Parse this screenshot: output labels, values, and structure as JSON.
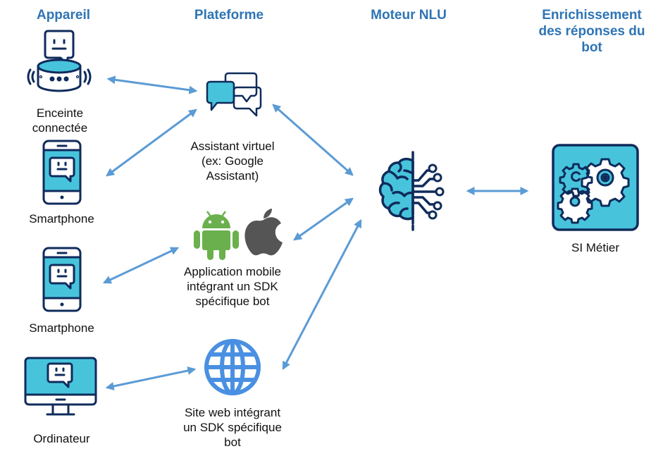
{
  "colors": {
    "header": "#2e74b5",
    "arrow": "#5b9bd5",
    "icon_fill": "#47c4dc",
    "icon_stroke": "#0f2b5b",
    "android": "#6ab04c",
    "apple": "#555555",
    "globe": "#4a90e2"
  },
  "headers": {
    "device": "Appareil",
    "platform": "Plateforme",
    "nlu": "Moteur NLU",
    "enrichment_1": "Enrichissement",
    "enrichment_2": "des réponses du",
    "enrichment_3": "bot"
  },
  "devices": [
    {
      "icon": "smart-speaker-icon",
      "label_1": "Enceinte",
      "label_2": "connectée"
    },
    {
      "icon": "smartphone-icon",
      "label_1": "Smartphone"
    },
    {
      "icon": "smartphone-icon",
      "label_1": "Smartphone"
    },
    {
      "icon": "computer-icon",
      "label_1": "Ordinateur"
    }
  ],
  "platforms": [
    {
      "icon": "chat-bubbles-icon",
      "label_1": "Assistant virtuel",
      "label_2": "(ex: Google",
      "label_3": "Assistant)"
    },
    {
      "icon": "android-apple-icon",
      "label_1": "Application mobile",
      "label_2": "intégrant un SDK",
      "label_3": "spécifique bot"
    },
    {
      "icon": "globe-icon",
      "label_1": "Site web intégrant",
      "label_2": "un SDK spécifique",
      "label_3": "bot"
    }
  ],
  "nlu": {
    "icon": "brain-circuit-icon"
  },
  "enrichment": {
    "icon": "gears-icon",
    "label": "SI Métier"
  },
  "connections": [
    {
      "from": "Enceinte connectée",
      "to": "Assistant virtuel",
      "bidirectional": true
    },
    {
      "from": "Smartphone",
      "to": "Assistant virtuel",
      "bidirectional": true
    },
    {
      "from": "Smartphone",
      "to": "Application mobile",
      "bidirectional": true
    },
    {
      "from": "Ordinateur",
      "to": "Site web",
      "bidirectional": true
    },
    {
      "from": "Assistant virtuel",
      "to": "Moteur NLU",
      "bidirectional": true
    },
    {
      "from": "Application mobile",
      "to": "Moteur NLU",
      "bidirectional": true
    },
    {
      "from": "Site web",
      "to": "Moteur NLU",
      "bidirectional": true
    },
    {
      "from": "Moteur NLU",
      "to": "SI Métier",
      "bidirectional": true
    }
  ]
}
